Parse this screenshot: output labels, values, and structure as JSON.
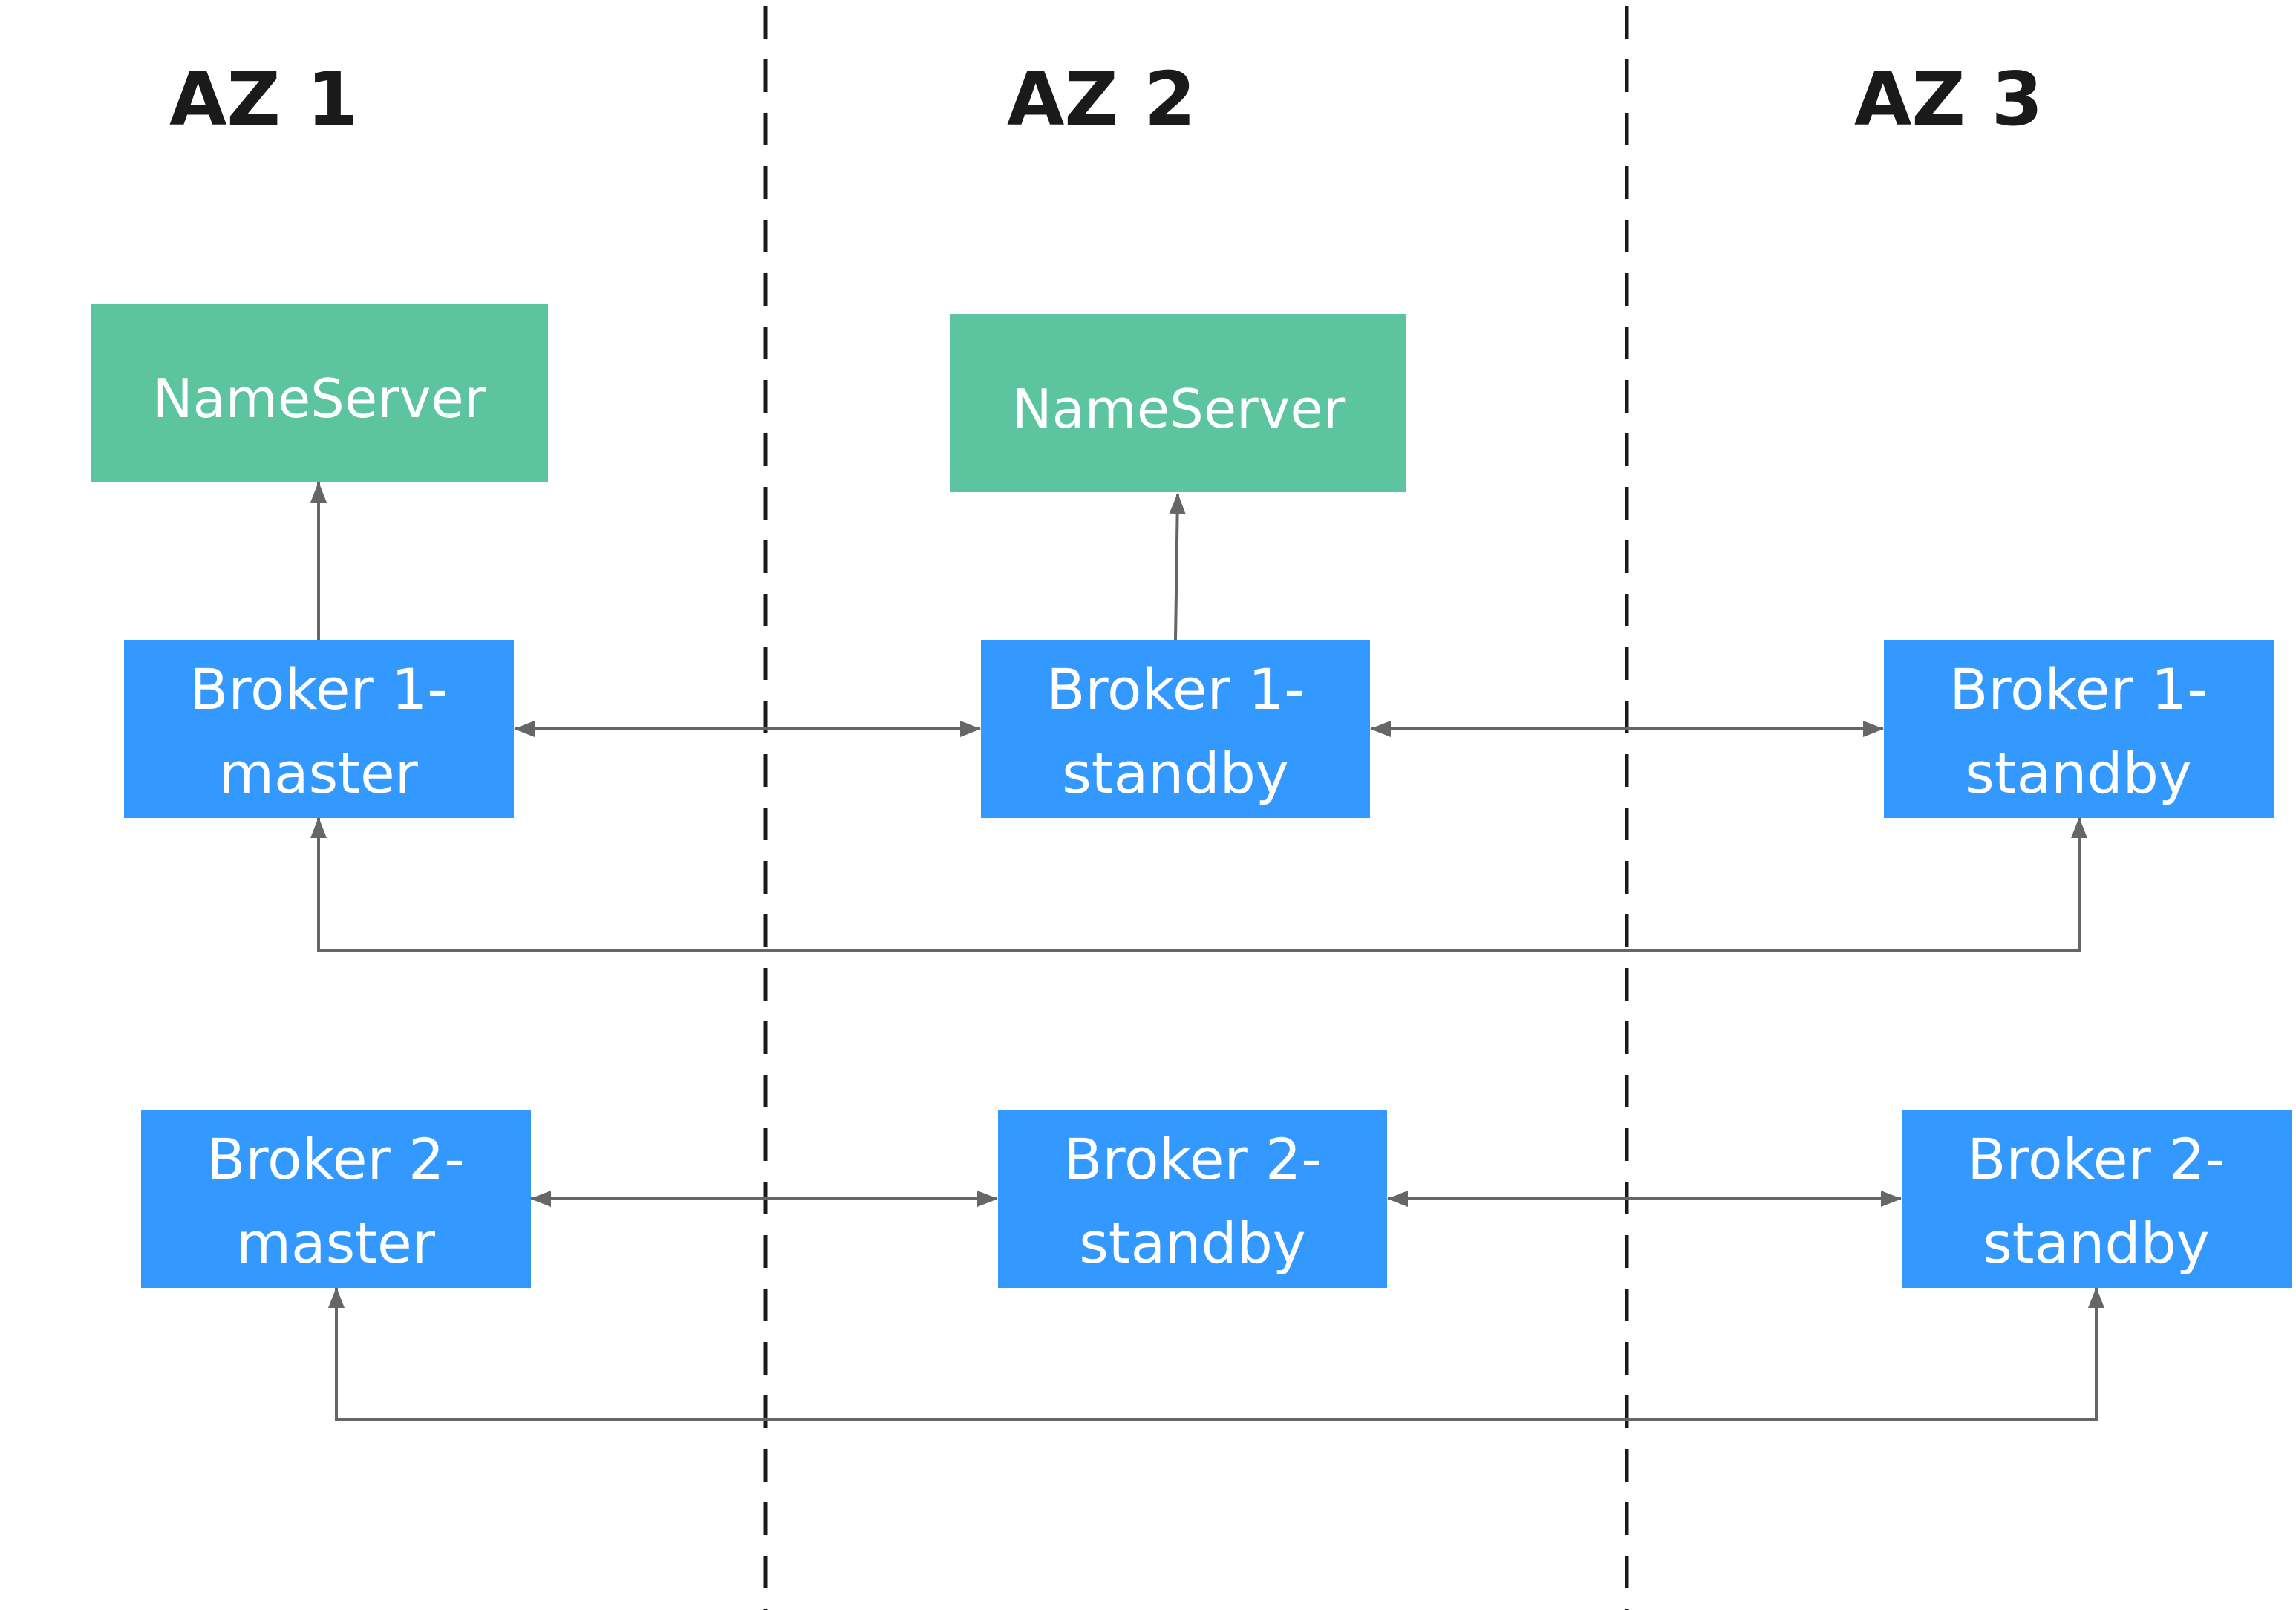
{
  "colors": {
    "broker_fill": "#3399ff",
    "nameserver_fill": "#5cc5a0",
    "connector": "#666666",
    "divider": "#1a1a1a",
    "label_text": "#1a1a1a",
    "box_text": "#ffffff"
  },
  "zones": [
    {
      "id": "az1",
      "label": "AZ 1"
    },
    {
      "id": "az2",
      "label": "AZ 2"
    },
    {
      "id": "az3",
      "label": "AZ 3"
    }
  ],
  "nodes": {
    "ns_az1": {
      "type": "nameserver",
      "zone": "az1",
      "lines": [
        "NameServer"
      ]
    },
    "ns_az2": {
      "type": "nameserver",
      "zone": "az2",
      "lines": [
        "NameServer"
      ]
    },
    "b1_master": {
      "type": "broker",
      "zone": "az1",
      "lines": [
        "Broker 1-",
        "master"
      ]
    },
    "b1_standby_az2": {
      "type": "broker",
      "zone": "az2",
      "lines": [
        "Broker 1-",
        "standby"
      ]
    },
    "b1_standby_az3": {
      "type": "broker",
      "zone": "az3",
      "lines": [
        "Broker 1-",
        "standby"
      ]
    },
    "b2_master": {
      "type": "broker",
      "zone": "az1",
      "lines": [
        "Broker 2-",
        "master"
      ]
    },
    "b2_standby_az2": {
      "type": "broker",
      "zone": "az2",
      "lines": [
        "Broker 2-",
        "standby"
      ]
    },
    "b2_standby_az3": {
      "type": "broker",
      "zone": "az3",
      "lines": [
        "Broker 2-",
        "standby"
      ]
    }
  },
  "edges": [
    {
      "from": "b1_master",
      "to": "ns_az1",
      "direction": "one-way"
    },
    {
      "from": "b1_standby_az2",
      "to": "ns_az2",
      "direction": "one-way"
    },
    {
      "from": "b1_master",
      "to": "b1_standby_az2",
      "direction": "two-way"
    },
    {
      "from": "b1_standby_az2",
      "to": "b1_standby_az3",
      "direction": "two-way"
    },
    {
      "from": "b1_master",
      "to": "b1_standby_az3",
      "direction": "two-way",
      "routing": "below"
    },
    {
      "from": "b2_master",
      "to": "b2_standby_az2",
      "direction": "two-way"
    },
    {
      "from": "b2_standby_az2",
      "to": "b2_standby_az3",
      "direction": "two-way"
    },
    {
      "from": "b2_master",
      "to": "b2_standby_az3",
      "direction": "two-way",
      "routing": "below"
    }
  ]
}
